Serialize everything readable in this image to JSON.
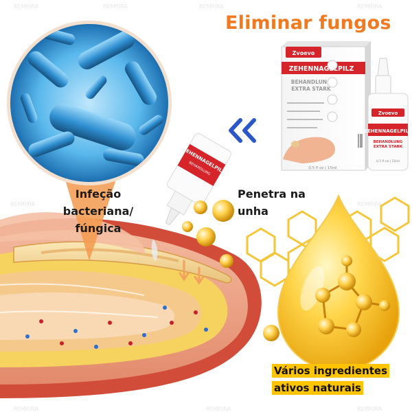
{
  "headline": "Eliminar fungos",
  "callouts": {
    "infection_line1": "Infeção",
    "infection_line2": "bacteriana/",
    "infection_line3": "fúngica",
    "penetrate_line1": "Penetra na",
    "penetrate_line2": "unha",
    "ingredients_line1": "Vários ingredientes",
    "ingredients_line2": "ativos naturais"
  },
  "product": {
    "brand": "Zvoevo",
    "name": "ZEHENNAGELPILZ",
    "subtitle_line1": "BEHANDLUNG",
    "subtitle_line2": "EXTRA STARK",
    "volume": "0.5 fl oz | 15ml"
  },
  "watermark": "REMRIRA",
  "colors": {
    "headline": "#ef7a22",
    "label_red": "#d6242b",
    "highlight": "#ffc400",
    "bacteria_blue": "#3aa4dc",
    "oil_gold": "#f2b01e"
  },
  "icons": [
    "double-chevron-left-icon",
    "molecule-icon",
    "honeycomb-pattern-icon"
  ]
}
